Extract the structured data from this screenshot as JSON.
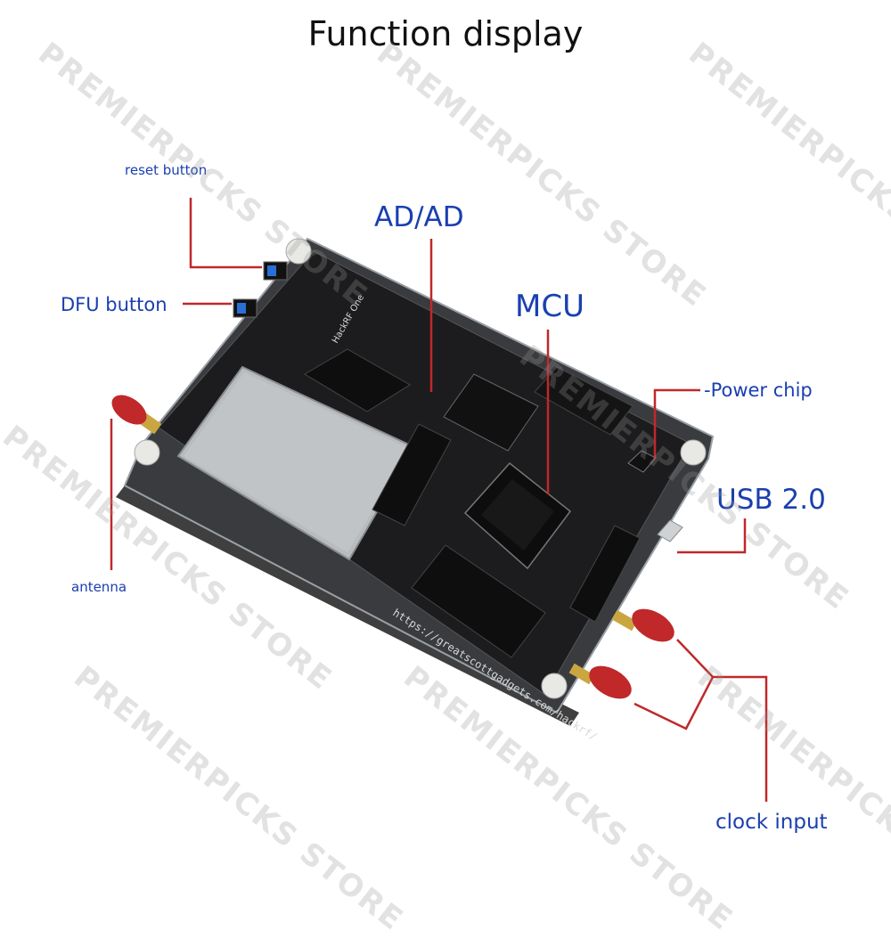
{
  "title": "Function display",
  "labels": {
    "reset": "reset button",
    "dfu": "DFU button",
    "adad": "AD/AD",
    "mcu": "MCU",
    "power": "-Power chip",
    "usb": "USB 2.0",
    "antenna": "antenna",
    "clock": "clock input"
  },
  "board": {
    "name": "HackRF One",
    "url": "https://greatscottgadgets.com/hackrf/"
  },
  "watermark": "PREMIERPICKS STORE",
  "colors": {
    "label": "#1a3fb0",
    "leader_line": "#c0282a",
    "pcb": "#1c1c1e",
    "antenna_cap": "#c0282a"
  }
}
